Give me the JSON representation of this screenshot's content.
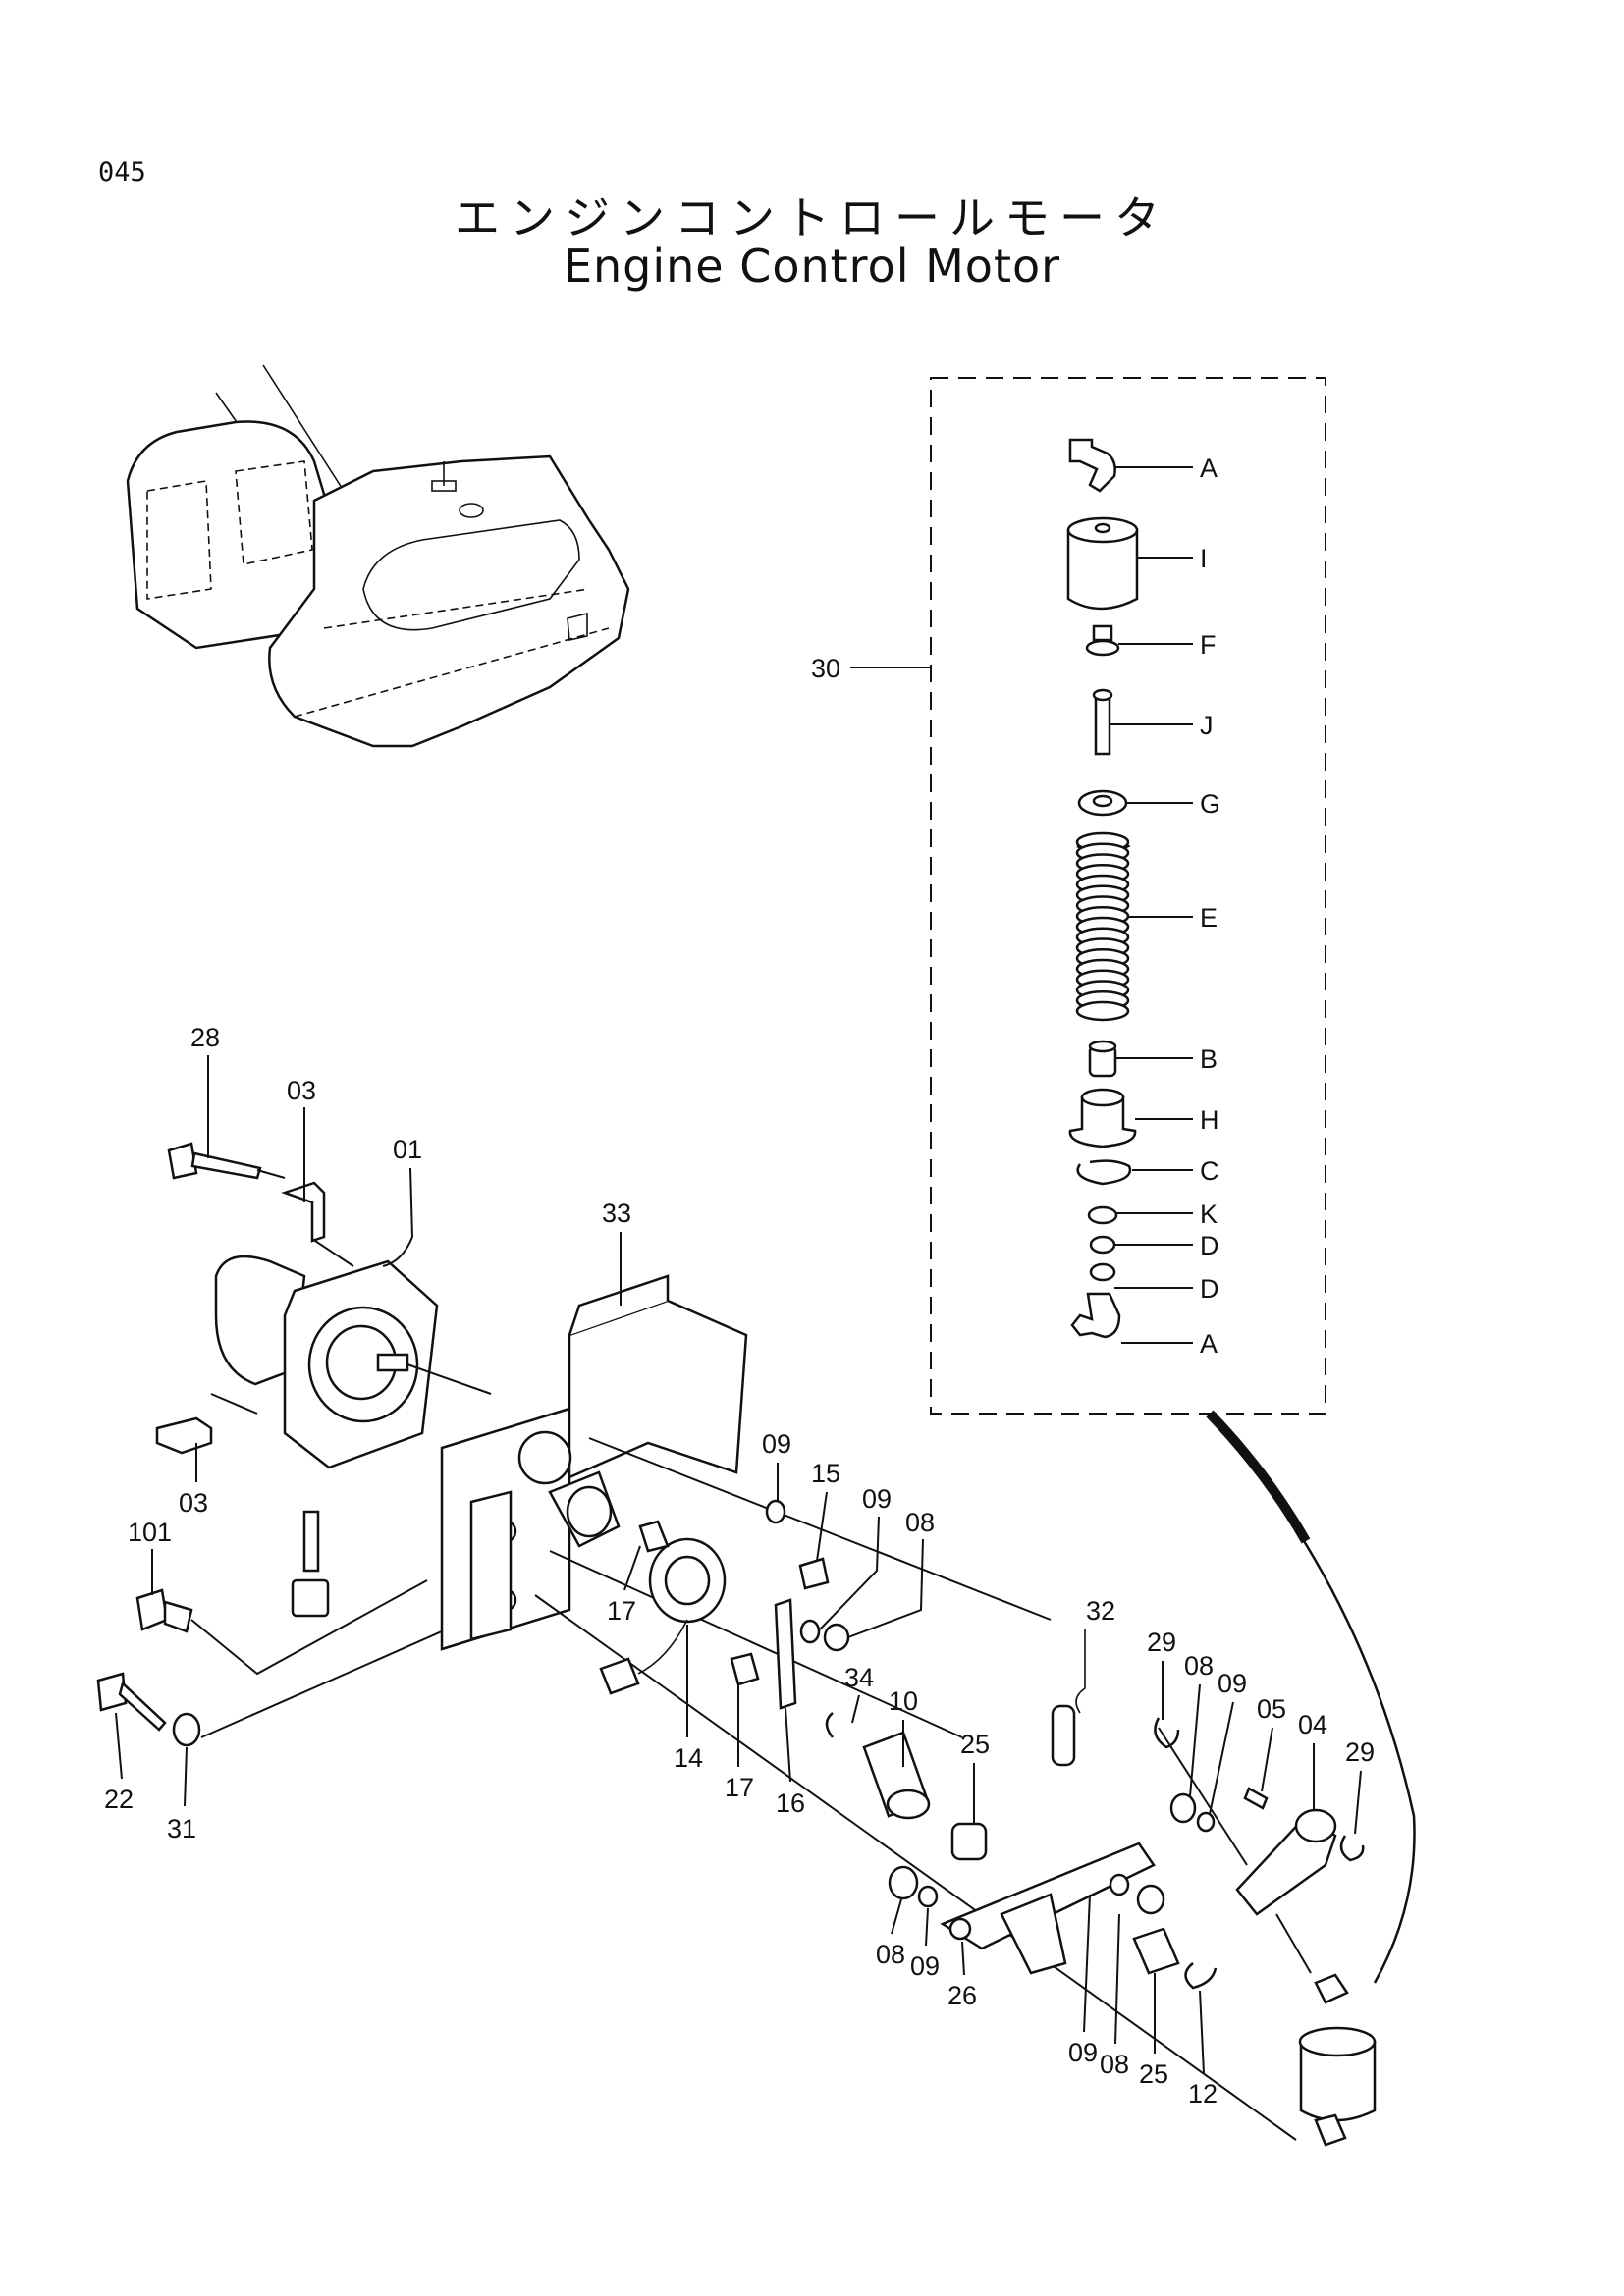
{
  "page": {
    "number": "045",
    "title_jp": "エンジンコントロールモータ",
    "title_en": "Engine Control Motor"
  },
  "assembly_30": {
    "label": "30",
    "sub_parts": [
      {
        "id": "A"
      },
      {
        "id": "I"
      },
      {
        "id": "F"
      },
      {
        "id": "J"
      },
      {
        "id": "G"
      },
      {
        "id": "E"
      },
      {
        "id": "B"
      },
      {
        "id": "H"
      },
      {
        "id": "C"
      },
      {
        "id": "K"
      },
      {
        "id": "D"
      },
      {
        "id": "D"
      },
      {
        "id": "A"
      }
    ]
  },
  "part_labels": [
    "28",
    "03",
    "01",
    "33",
    "03",
    "101",
    "22",
    "31",
    "09",
    "15",
    "09",
    "08",
    "17",
    "17",
    "14",
    "16",
    "34",
    "32",
    "10",
    "25",
    "29",
    "08",
    "09",
    "05",
    "04",
    "29",
    "08",
    "09",
    "26",
    "09",
    "08",
    "25",
    "12"
  ]
}
